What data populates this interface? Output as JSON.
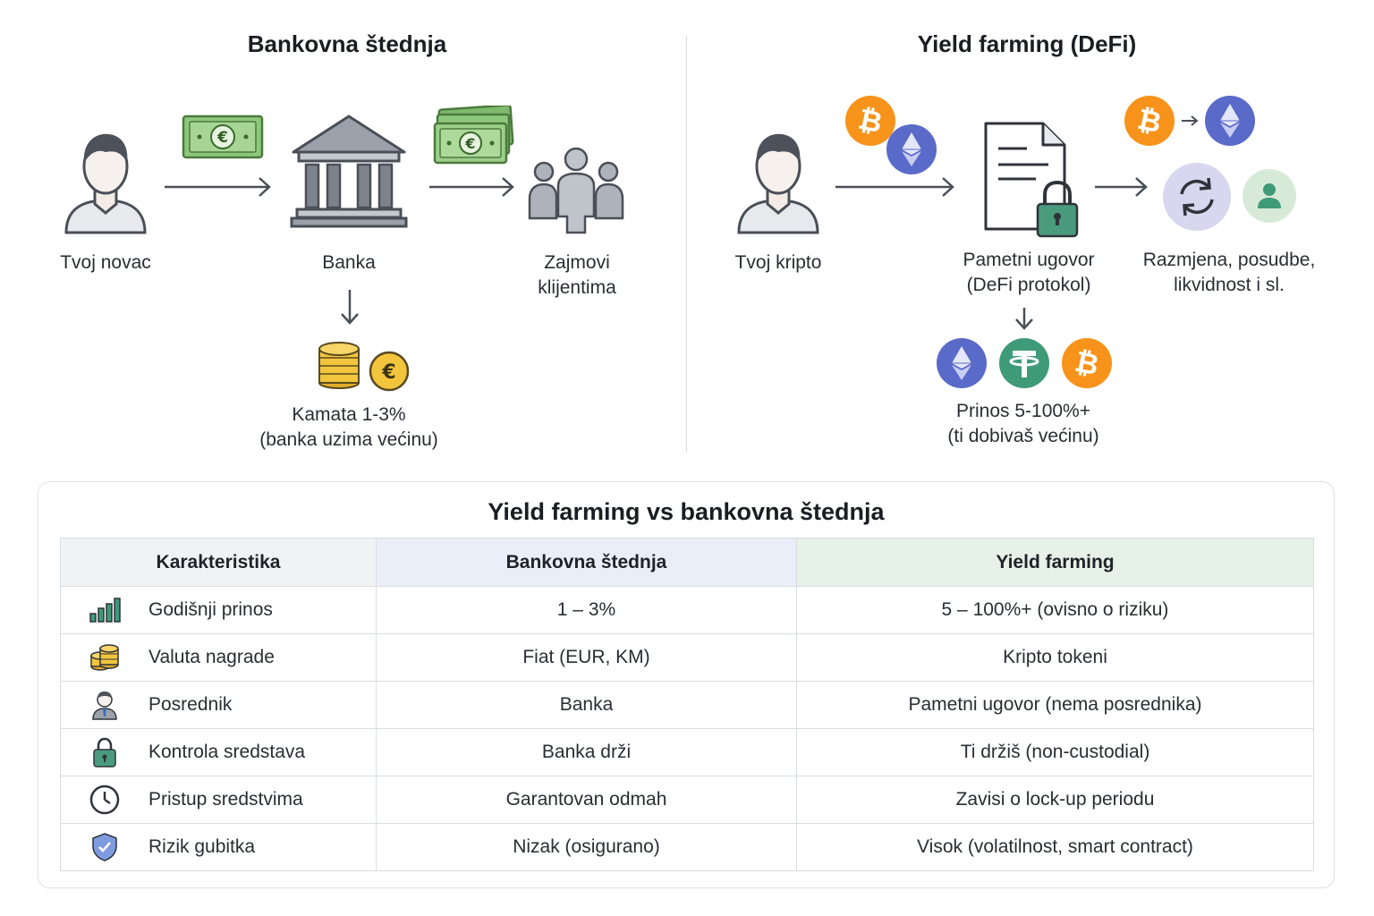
{
  "left": {
    "title": "Bankovna štednja",
    "you_label": "Tvoj novac",
    "bank_label": "Banka",
    "loans_label": "Zajmovi\nklijentima",
    "interest_label": "Kamata 1-3%\n(banka uzima većinu)"
  },
  "right": {
    "title": "Yield farming (DeFi)",
    "you_label": "Tvoj kripto",
    "contract_label": "Pametni ugovor\n(DeFi protokol)",
    "services_label": "Razmjena, posudbe,\nlikvidnost i sl.",
    "yield_label": "Prinos 5-100%+\n(ti dobivaš većinu)"
  },
  "table": {
    "title": "Yield farming vs bankovna štednja",
    "headers": [
      "Karakteristika",
      "Bankovna štednja",
      "Yield farming"
    ],
    "rows": [
      {
        "icon": "bar-chart-icon",
        "feature": "Godišnji prinos",
        "bank": "1 – 3%",
        "yield": "5 – 100%+ (ovisno o riziku)"
      },
      {
        "icon": "coins-icon",
        "feature": "Valuta nagrade",
        "bank": "Fiat (EUR, KM)",
        "yield": "Kripto tokeni"
      },
      {
        "icon": "person-icon",
        "feature": "Posrednik",
        "bank": "Banka",
        "yield": "Pametni ugovor (nema posrednika)"
      },
      {
        "icon": "lock-icon",
        "feature": "Kontrola sredstava",
        "bank": "Banka drži",
        "yield": "Ti držiš (non-custodial)"
      },
      {
        "icon": "clock-icon",
        "feature": "Pristup sredstvima",
        "bank": "Garantovan odmah",
        "yield": "Zavisi o lock-up periodu"
      },
      {
        "icon": "shield-icon",
        "feature": "Rizik gubitka",
        "bank": "Nizak (osigurano)",
        "yield": "Visok (volatilnost, smart contract)"
      }
    ]
  },
  "colors": {
    "bitcoin": "#f7931a",
    "ethereum": "#5a6ac8",
    "tether": "#3e9a78",
    "cash": "#8dc77b",
    "gold": "#f2c53d"
  }
}
